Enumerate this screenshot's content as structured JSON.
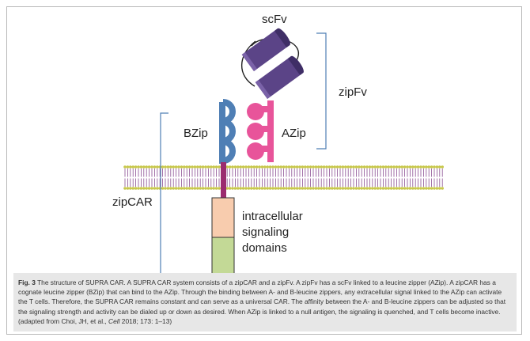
{
  "labels": {
    "scfv": "scFv",
    "zipfv": "zipFv",
    "bzip": "BZip",
    "azip": "AZip",
    "zipcar": "zipCAR",
    "intracellular": [
      "intracellular",
      "signaling",
      "domains"
    ]
  },
  "colors": {
    "scfv": "#5b4487",
    "bzip": "#4f7fb5",
    "azip": "#e8549a",
    "stalk": "#9b2b6f",
    "box_top": "#f8ccae",
    "box_bottom": "#c3d996",
    "membrane_head": "#c7c74a",
    "membrane_tail": "#8a4f92",
    "bracket": "#4f7fb5",
    "caption_bg": "#e7e7e7"
  },
  "caption": {
    "fig_label": "Fig. 3",
    "text_1": " The structure of SUPRA CAR. A SUPRA CAR system consists of a zipCAR and a zipFv. A zipFv has a scFv linked to a leucine zipper (AZip). A zipCAR has a cognate leucine zipper (BZip) that can bind to the AZip. Through the binding between A- and B-leucine zippers, any extracellular signal linked to the AZip can activate the T cells. Therefore, the SUPRA CAR remains constant and can serve as a universal CAR. The affinity between the A- and B-leucine zippers can be adjusted so that the signaling strength and activity can be dialed up or down as desired. When AZip is linked to a null antigen, the signaling is quenched, and T cells become inactive. (adapted from Choi, JH, et al., ",
    "journal": "Cell",
    "text_2": " 2018; 173: 1–13)"
  }
}
